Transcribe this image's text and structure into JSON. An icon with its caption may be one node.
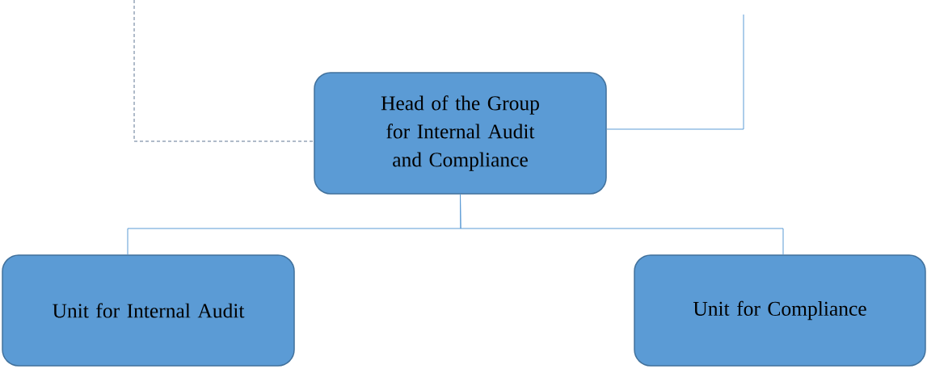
{
  "diagram": {
    "nodes": [
      {
        "text": [
          "Head of the Group for Internal Audit and Compliance"
        ]
      },
      {
        "text": [
          "Unit for Internal Audit"
        ]
      },
      {
        "text": [
          "Unit for Compliance"
        ]
      }
    ],
    "edges": [
      {
        "from": 0,
        "to": 1,
        "arrow": "none"
      },
      {
        "from": 0,
        "to": 2,
        "arrow": "none"
      },
      {
        "from": null,
        "to": 0,
        "arrow": "none",
        "style": "dashed",
        "color": "#5f7694"
      },
      {
        "from": 0,
        "to": null,
        "arrow": "none"
      }
    ]
  }
}
